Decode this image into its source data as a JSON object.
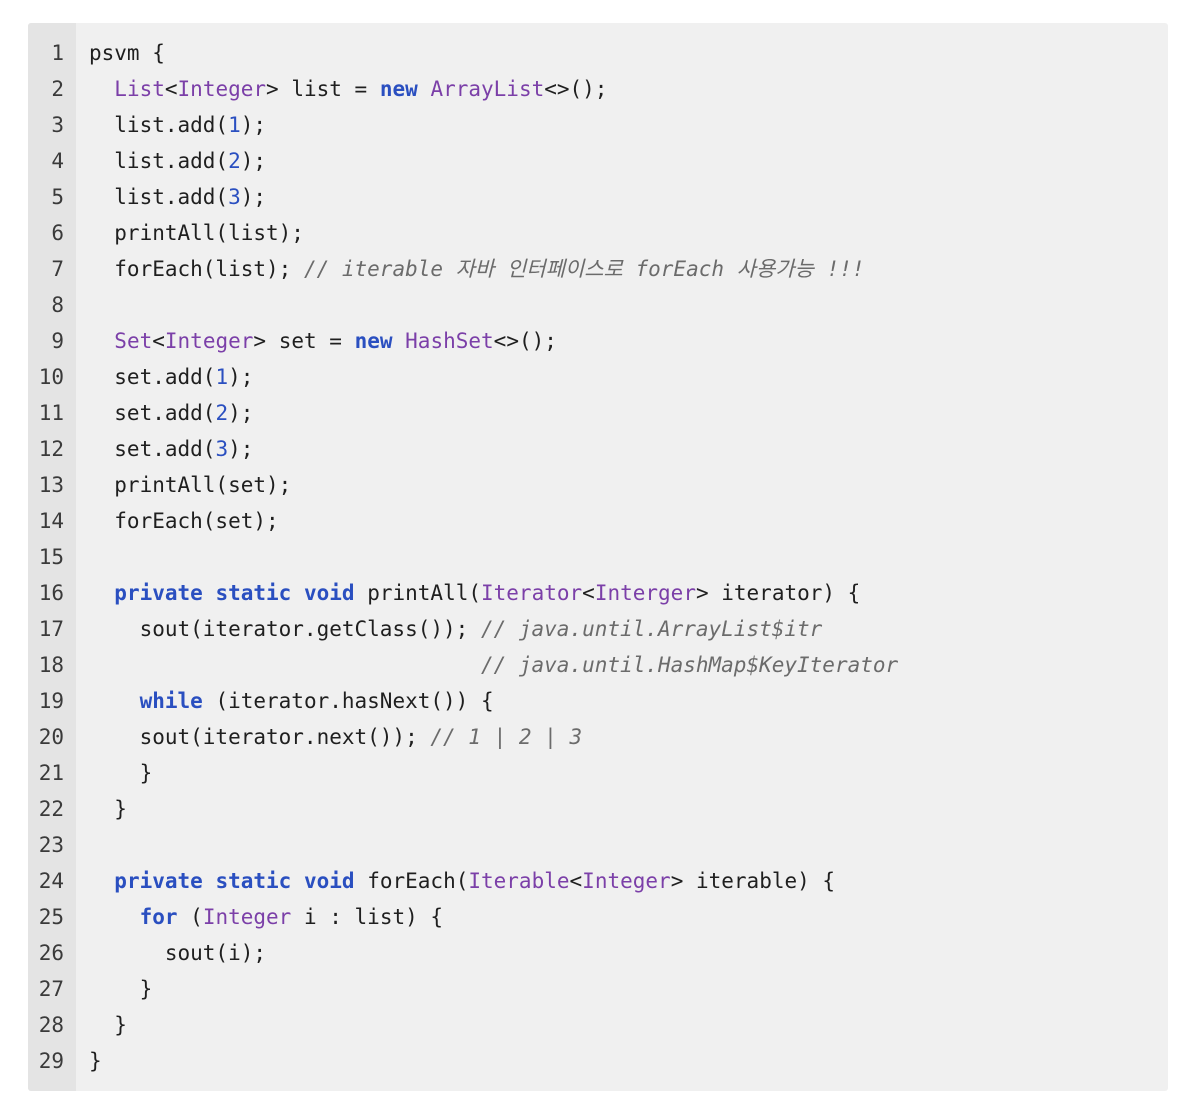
{
  "editor": {
    "colors": {
      "background": "#f0f0f0",
      "gutter": "#e4e4e4",
      "keyword": "#2a4fc0",
      "type": "#7b3fa8",
      "number": "#2a4fc0",
      "comment": "#6b6b6b",
      "text": "#1f1f1f"
    },
    "lines": [
      {
        "n": "1",
        "tokens": [
          {
            "t": "psvm {",
            "k": "plain"
          }
        ]
      },
      {
        "n": "2",
        "tokens": [
          {
            "t": "  ",
            "k": "plain"
          },
          {
            "t": "List",
            "k": "type"
          },
          {
            "t": "<",
            "k": "plain"
          },
          {
            "t": "Integer",
            "k": "type"
          },
          {
            "t": "> list = ",
            "k": "plain"
          },
          {
            "t": "new",
            "k": "kw"
          },
          {
            "t": " ",
            "k": "plain"
          },
          {
            "t": "ArrayList",
            "k": "type"
          },
          {
            "t": "<>();",
            "k": "plain"
          }
        ]
      },
      {
        "n": "3",
        "tokens": [
          {
            "t": "  list.add(",
            "k": "plain"
          },
          {
            "t": "1",
            "k": "num"
          },
          {
            "t": ");",
            "k": "plain"
          }
        ]
      },
      {
        "n": "4",
        "tokens": [
          {
            "t": "  list.add(",
            "k": "plain"
          },
          {
            "t": "2",
            "k": "num"
          },
          {
            "t": ");",
            "k": "plain"
          }
        ]
      },
      {
        "n": "5",
        "tokens": [
          {
            "t": "  list.add(",
            "k": "plain"
          },
          {
            "t": "3",
            "k": "num"
          },
          {
            "t": ");",
            "k": "plain"
          }
        ]
      },
      {
        "n": "6",
        "tokens": [
          {
            "t": "  printAll(list);",
            "k": "plain"
          }
        ]
      },
      {
        "n": "7",
        "tokens": [
          {
            "t": "  forEach(list); ",
            "k": "plain"
          },
          {
            "t": "// iterable 자바 인터페이스로 forEach 사용가능 !!!",
            "k": "cm"
          }
        ]
      },
      {
        "n": "8",
        "tokens": []
      },
      {
        "n": "9",
        "tokens": [
          {
            "t": "  ",
            "k": "plain"
          },
          {
            "t": "Set",
            "k": "type"
          },
          {
            "t": "<",
            "k": "plain"
          },
          {
            "t": "Integer",
            "k": "type"
          },
          {
            "t": "> set = ",
            "k": "plain"
          },
          {
            "t": "new",
            "k": "kw"
          },
          {
            "t": " ",
            "k": "plain"
          },
          {
            "t": "HashSet",
            "k": "type"
          },
          {
            "t": "<>();",
            "k": "plain"
          }
        ]
      },
      {
        "n": "10",
        "tokens": [
          {
            "t": "  set.add(",
            "k": "plain"
          },
          {
            "t": "1",
            "k": "num"
          },
          {
            "t": ");",
            "k": "plain"
          }
        ]
      },
      {
        "n": "11",
        "tokens": [
          {
            "t": "  set.add(",
            "k": "plain"
          },
          {
            "t": "2",
            "k": "num"
          },
          {
            "t": ");",
            "k": "plain"
          }
        ]
      },
      {
        "n": "12",
        "tokens": [
          {
            "t": "  set.add(",
            "k": "plain"
          },
          {
            "t": "3",
            "k": "num"
          },
          {
            "t": ");",
            "k": "plain"
          }
        ]
      },
      {
        "n": "13",
        "tokens": [
          {
            "t": "  printAll(set);",
            "k": "plain"
          }
        ]
      },
      {
        "n": "14",
        "tokens": [
          {
            "t": "  forEach(set);",
            "k": "plain"
          }
        ]
      },
      {
        "n": "15",
        "tokens": []
      },
      {
        "n": "16",
        "tokens": [
          {
            "t": "  ",
            "k": "plain"
          },
          {
            "t": "private",
            "k": "kw"
          },
          {
            "t": " ",
            "k": "plain"
          },
          {
            "t": "static",
            "k": "kw"
          },
          {
            "t": " ",
            "k": "plain"
          },
          {
            "t": "void",
            "k": "kw"
          },
          {
            "t": " printAll(",
            "k": "plain"
          },
          {
            "t": "Iterator",
            "k": "type"
          },
          {
            "t": "<",
            "k": "plain"
          },
          {
            "t": "Interger",
            "k": "type"
          },
          {
            "t": "> iterator) {",
            "k": "plain"
          }
        ]
      },
      {
        "n": "17",
        "tokens": [
          {
            "t": "    sout(iterator.getClass()); ",
            "k": "plain"
          },
          {
            "t": "// java.until.ArrayList$itr",
            "k": "cm"
          }
        ]
      },
      {
        "n": "18",
        "tokens": [
          {
            "t": "                               ",
            "k": "plain"
          },
          {
            "t": "// java.until.HashMap$KeyIterator",
            "k": "cm"
          }
        ]
      },
      {
        "n": "19",
        "tokens": [
          {
            "t": "    ",
            "k": "plain"
          },
          {
            "t": "while",
            "k": "kw"
          },
          {
            "t": " (iterator.hasNext()) {",
            "k": "plain"
          }
        ]
      },
      {
        "n": "20",
        "tokens": [
          {
            "t": "    sout(iterator.next()); ",
            "k": "plain"
          },
          {
            "t": "// 1 | 2 | 3",
            "k": "cm"
          }
        ]
      },
      {
        "n": "21",
        "tokens": [
          {
            "t": "    }",
            "k": "plain"
          }
        ]
      },
      {
        "n": "22",
        "tokens": [
          {
            "t": "  }",
            "k": "plain"
          }
        ]
      },
      {
        "n": "23",
        "tokens": []
      },
      {
        "n": "24",
        "tokens": [
          {
            "t": "  ",
            "k": "plain"
          },
          {
            "t": "private",
            "k": "kw"
          },
          {
            "t": " ",
            "k": "plain"
          },
          {
            "t": "static",
            "k": "kw"
          },
          {
            "t": " ",
            "k": "plain"
          },
          {
            "t": "void",
            "k": "kw"
          },
          {
            "t": " forEach(",
            "k": "plain"
          },
          {
            "t": "Iterable",
            "k": "type"
          },
          {
            "t": "<",
            "k": "plain"
          },
          {
            "t": "Integer",
            "k": "type"
          },
          {
            "t": "> iterable) {",
            "k": "plain"
          }
        ]
      },
      {
        "n": "25",
        "tokens": [
          {
            "t": "    ",
            "k": "plain"
          },
          {
            "t": "for",
            "k": "kw"
          },
          {
            "t": " (",
            "k": "plain"
          },
          {
            "t": "Integer",
            "k": "type"
          },
          {
            "t": " i : list) {",
            "k": "plain"
          }
        ]
      },
      {
        "n": "26",
        "tokens": [
          {
            "t": "      sout(i);",
            "k": "plain"
          }
        ]
      },
      {
        "n": "27",
        "tokens": [
          {
            "t": "    }",
            "k": "plain"
          }
        ]
      },
      {
        "n": "28",
        "tokens": [
          {
            "t": "  }",
            "k": "plain"
          }
        ]
      },
      {
        "n": "29",
        "tokens": [
          {
            "t": "}",
            "k": "plain"
          }
        ]
      }
    ]
  }
}
